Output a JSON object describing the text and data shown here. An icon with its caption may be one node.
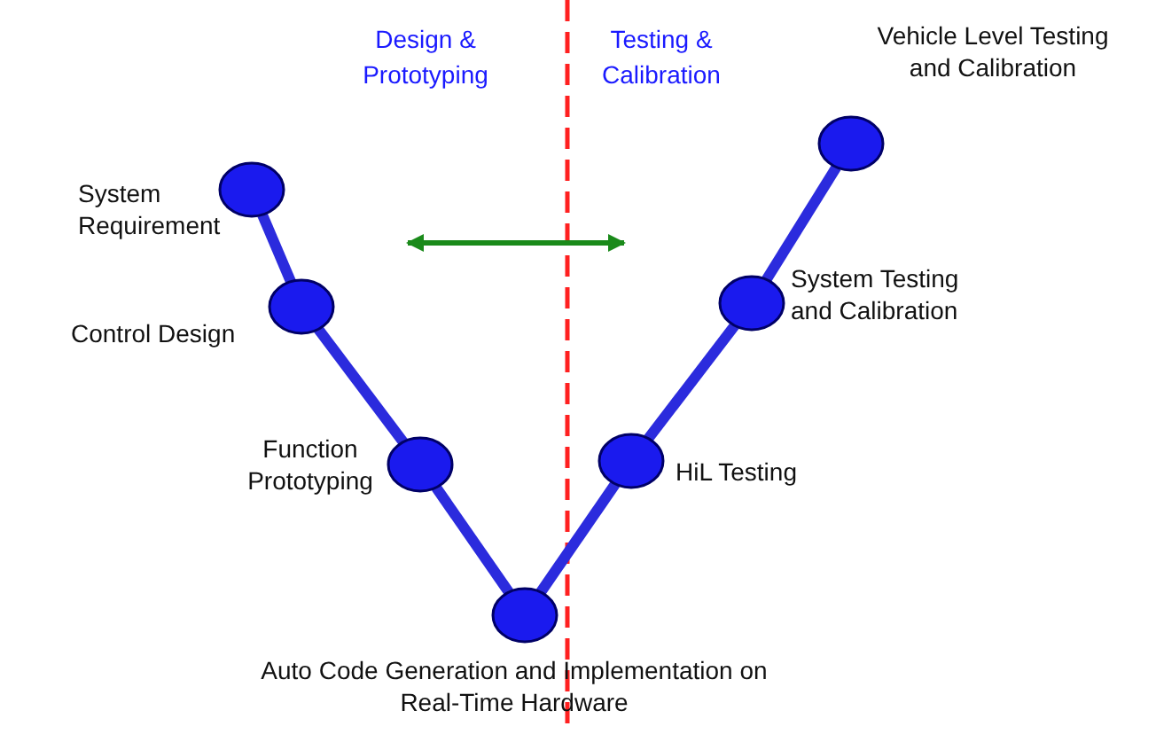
{
  "diagram": {
    "nodes": [
      {
        "text": [],
        "shape": "circle",
        "beside": [
          "System Requirement"
        ]
      },
      {
        "text": [],
        "shape": "circle",
        "beside": [
          "Control Design"
        ]
      },
      {
        "text": [],
        "shape": "circle",
        "beside": [
          "Function Prototyping"
        ]
      },
      {
        "text": [],
        "shape": "circle",
        "beside": [
          "Auto Code Generation and Implementation on Real-Time Hardware"
        ]
      },
      {
        "text": [],
        "shape": "circle",
        "beside": [
          "HiL Testing"
        ]
      },
      {
        "text": [],
        "shape": "circle",
        "beside": [
          "System Testing and Calibration"
        ]
      },
      {
        "text": [],
        "shape": "circle",
        "beside": [
          "Vehicle Level Testing and Calibration"
        ]
      }
    ],
    "edges": [
      {
        "from": 0,
        "to": 1,
        "arrow": "none"
      },
      {
        "from": 1,
        "to": 2,
        "arrow": "none"
      },
      {
        "from": 2,
        "to": 3,
        "arrow": "none"
      },
      {
        "from": 3,
        "to": 4,
        "arrow": "none"
      },
      {
        "from": 4,
        "to": 5,
        "arrow": "none"
      },
      {
        "from": 5,
        "to": 6,
        "arrow": "none"
      }
    ],
    "labels": [
      "Design & Prototyping",
      "Testing & Calibration"
    ]
  }
}
